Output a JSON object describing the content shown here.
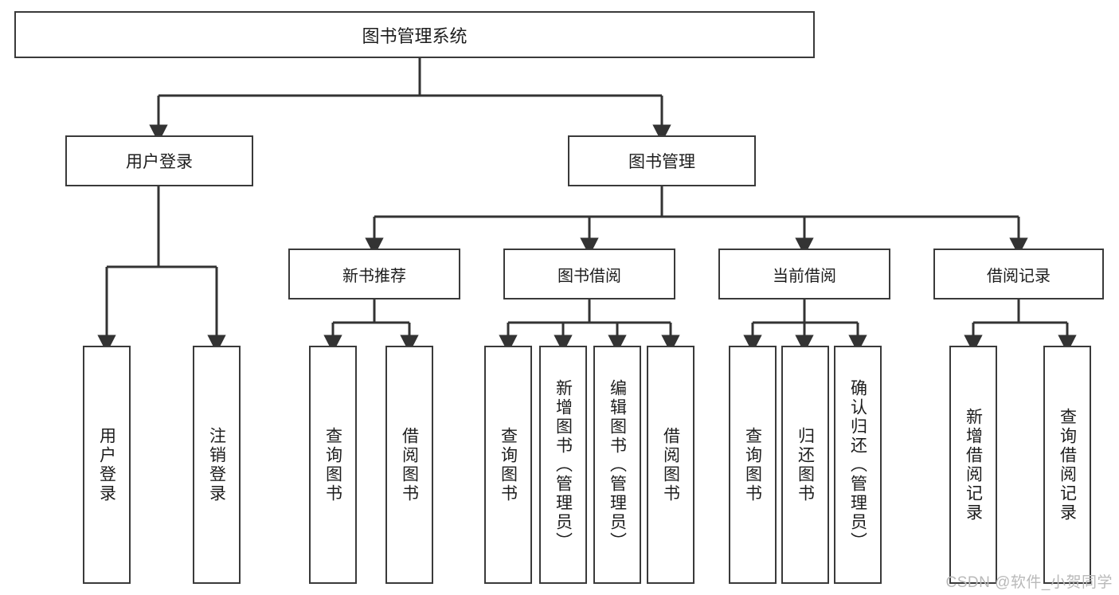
{
  "diagram": {
    "title": "图书管理系统",
    "type": "hierarchy-tree",
    "root": {
      "id": "root",
      "label": "图书管理系统"
    },
    "level2": [
      {
        "id": "user-login",
        "label": "用户登录"
      },
      {
        "id": "book-management",
        "label": "图书管理"
      }
    ],
    "level3": [
      {
        "id": "new-book-recommend",
        "label": "新书推荐",
        "parent": "book-management"
      },
      {
        "id": "book-borrow",
        "label": "图书借阅",
        "parent": "book-management"
      },
      {
        "id": "current-borrow",
        "label": "当前借阅",
        "parent": "book-management"
      },
      {
        "id": "borrow-record",
        "label": "借阅记录",
        "parent": "book-management"
      }
    ],
    "leaves": [
      {
        "id": "leaf-user-login",
        "label": "用户登录",
        "parent": "user-login"
      },
      {
        "id": "leaf-logout-login",
        "label": "注销登录",
        "parent": "user-login"
      },
      {
        "id": "leaf-query-book-1",
        "label": "查询图书",
        "parent": "new-book-recommend"
      },
      {
        "id": "leaf-borrow-book-1",
        "label": "借阅图书",
        "parent": "new-book-recommend"
      },
      {
        "id": "leaf-query-book-2",
        "label": "查询图书",
        "parent": "book-borrow"
      },
      {
        "id": "leaf-add-book",
        "label": "新增图书（管理员）",
        "parent": "book-borrow"
      },
      {
        "id": "leaf-edit-book",
        "label": "编辑图书（管理员）",
        "parent": "book-borrow"
      },
      {
        "id": "leaf-borrow-book-2",
        "label": "借阅图书",
        "parent": "book-borrow"
      },
      {
        "id": "leaf-query-book-3",
        "label": "查询图书",
        "parent": "current-borrow"
      },
      {
        "id": "leaf-return-book",
        "label": "归还图书",
        "parent": "current-borrow"
      },
      {
        "id": "leaf-confirm-return",
        "label": "确认归还（管理员）",
        "parent": "current-borrow"
      },
      {
        "id": "leaf-add-record",
        "label": "新增借阅记录",
        "parent": "borrow-record"
      },
      {
        "id": "leaf-query-record",
        "label": "查询借阅记录",
        "parent": "borrow-record"
      }
    ],
    "colors": {
      "border": "#3a3a3a",
      "connector": "#333333",
      "background": "#ffffff",
      "text": "#1d1d1d",
      "watermark": "#b9b9b9"
    }
  },
  "watermark": {
    "text": "CSDN @软件_小贺同学"
  }
}
